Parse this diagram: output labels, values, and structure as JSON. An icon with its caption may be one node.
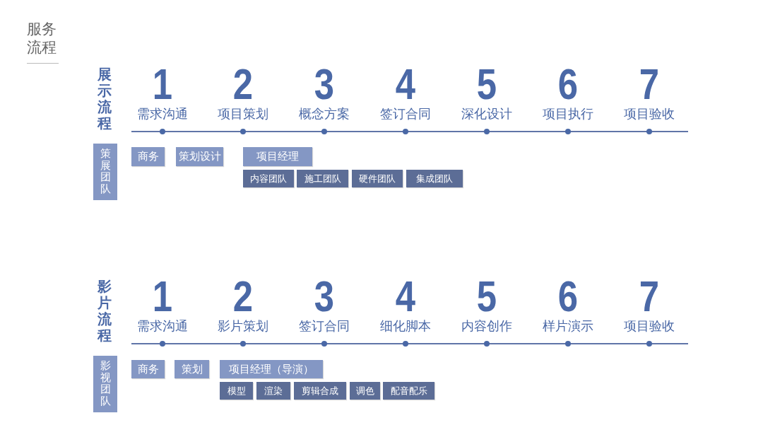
{
  "diagram": {
    "title": "服务流程",
    "nodes": [
      {
        "text": [
          "策展团队"
        ]
      },
      {
        "text": [
          "商务"
        ]
      },
      {
        "text": [
          "策划设计"
        ]
      },
      {
        "text": [
          "项目经理"
        ]
      },
      {
        "text": [
          "内容团队"
        ]
      },
      {
        "text": [
          "施工团队"
        ]
      },
      {
        "text": [
          "硬件团队"
        ]
      },
      {
        "text": [
          "集成团队"
        ]
      },
      {
        "text": [
          "影视团队"
        ]
      },
      {
        "text": [
          "商务"
        ]
      },
      {
        "text": [
          "策划"
        ]
      },
      {
        "text": [
          "项目经理（导演）"
        ]
      },
      {
        "text": [
          "模型"
        ]
      },
      {
        "text": [
          "渲染"
        ]
      },
      {
        "text": [
          "剪辑合成"
        ]
      },
      {
        "text": [
          "调色"
        ]
      },
      {
        "text": [
          "配音配乐"
        ]
      }
    ],
    "labels": [
      "展示流程",
      "1",
      "需求沟通",
      "2",
      "项目策划",
      "3",
      "概念方案",
      "4",
      "签订合同",
      "5",
      "深化设计",
      "6",
      "项目执行",
      "7",
      "项目验收",
      "影片流程",
      "1",
      "需求沟通",
      "2",
      "影片策划",
      "3",
      "签订合同",
      "4",
      "细化脚本",
      "5",
      "内容创作",
      "6",
      "样片演示",
      "7",
      "项目验收"
    ]
  }
}
